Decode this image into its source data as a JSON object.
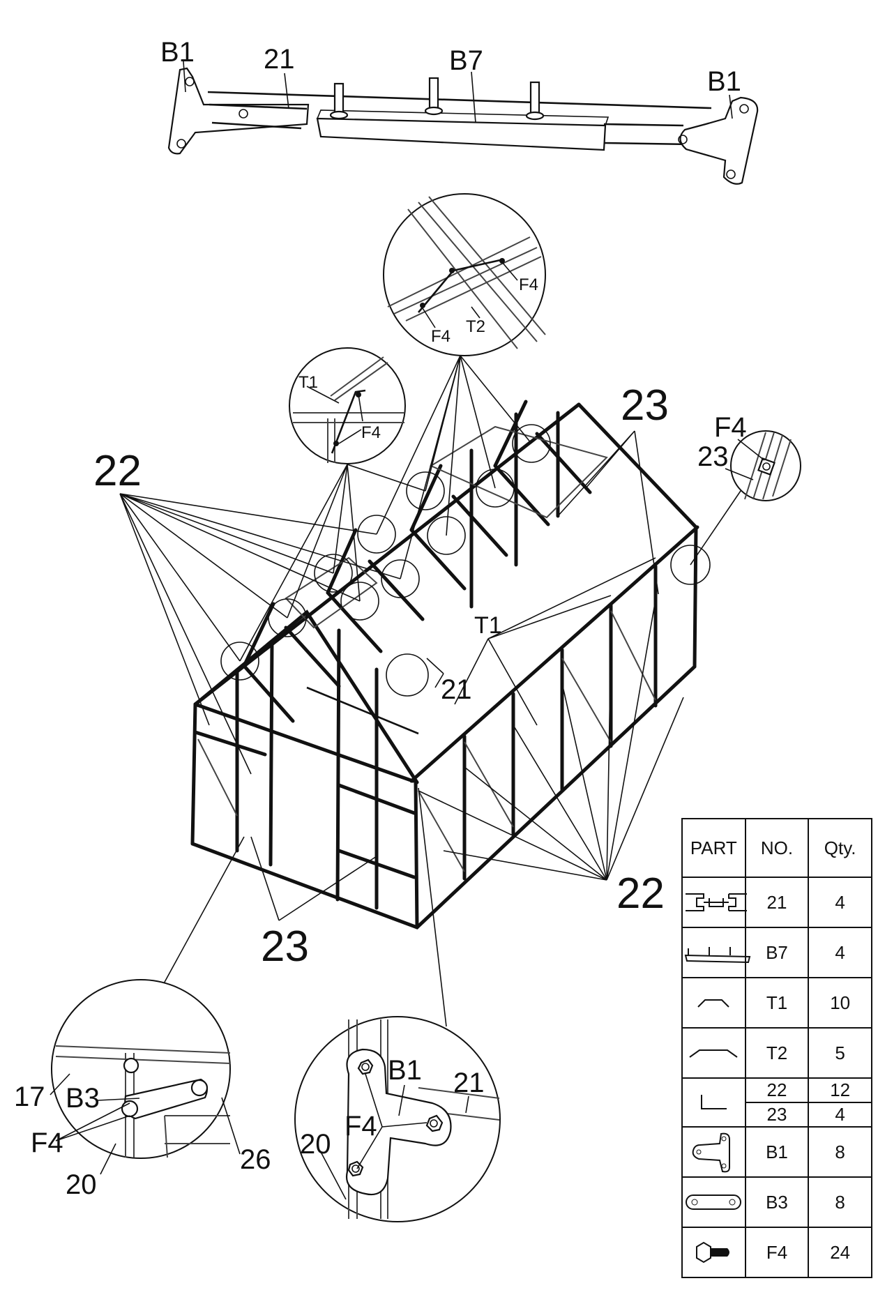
{
  "callouts": {
    "top_b1_left": "B1",
    "top_21": "21",
    "top_b7": "B7",
    "top_b1_right": "B1",
    "detail_f4_a": "F4",
    "detail_f4_b": "F4",
    "detail_t2": "T2",
    "detail_t1": "T1",
    "detail_f4_c": "F4",
    "label_23_top": "23",
    "label_f4_right": "F4",
    "label_23_right": "23",
    "label_22_left": "22",
    "label_t1_center": "T1",
    "label_21_center": "21",
    "label_22_right": "22",
    "label_23_bottom": "23",
    "bl_17": "17",
    "bl_b3": "B3",
    "bl_f4": "F4",
    "bl_26": "26",
    "bl_20": "20",
    "bc_b1": "B1",
    "bc_21": "21",
    "bc_f4": "F4",
    "bc_20": "20"
  },
  "parts_table": {
    "headers": [
      "PART",
      "NO.",
      "Qty."
    ],
    "rows": [
      {
        "icon": "h-profile-icon",
        "no": "21",
        "qty": "4"
      },
      {
        "icon": "bar-with-pins-icon",
        "no": "B7",
        "qty": "4"
      },
      {
        "icon": "short-bracket-icon",
        "no": "T1",
        "qty": "10"
      },
      {
        "icon": "long-bracket-icon",
        "no": "T2",
        "qty": "5"
      },
      {
        "icon": "angle-profile-icon",
        "no": "22",
        "qty": "12",
        "no2": "23",
        "qty2": "4"
      },
      {
        "icon": "t-plate-icon",
        "no": "B1",
        "qty": "8"
      },
      {
        "icon": "flat-plate-icon",
        "no": "B3",
        "qty": "8"
      },
      {
        "icon": "bolt-icon",
        "no": "F4",
        "qty": "24"
      }
    ]
  }
}
